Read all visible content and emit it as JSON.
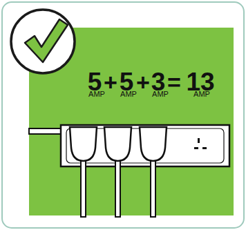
{
  "diagram": {
    "labels": [
      "5",
      "+",
      "5",
      "+",
      "3",
      "=",
      "13",
      "AMP",
      "AMP",
      "AMP",
      "AMP"
    ]
  }
}
